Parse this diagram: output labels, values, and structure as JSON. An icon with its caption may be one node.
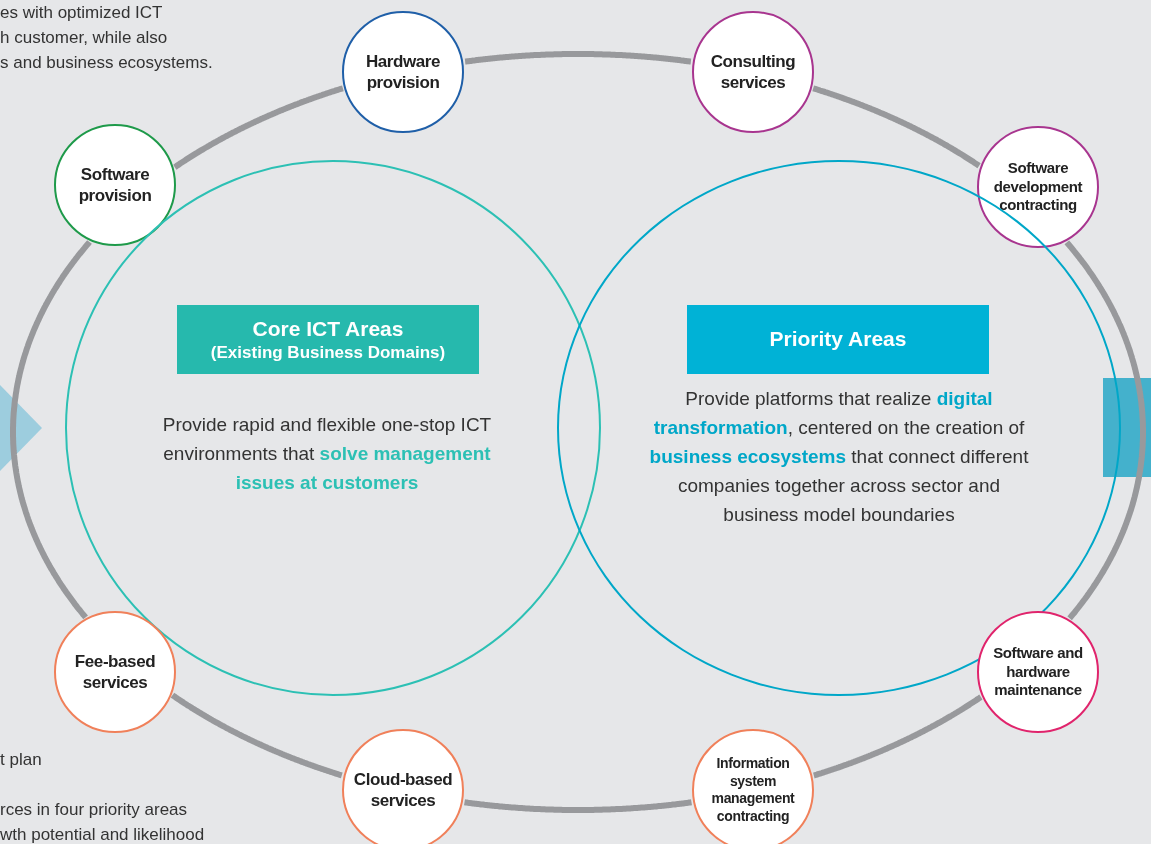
{
  "diagram": {
    "nodes": [
      {
        "text": [
          "Software provision"
        ]
      },
      {
        "text": [
          "Hardware provision"
        ]
      },
      {
        "text": [
          "Consulting services"
        ]
      },
      {
        "text": [
          "Software development contracting"
        ]
      },
      {
        "text": [
          "Provide rapid and flexible one-stop ICT environments that **solve management issues at customers**"
        ]
      },
      {
        "text": [
          "Core ICT Areas",
          "(Existing Business Domains)"
        ],
        "in": 4
      },
      {
        "text": [
          "Provide platforms that realize **digital transformation**, centered on the creation of **business ecosystems** that connect different companies together across sector and business model boundaries"
        ]
      },
      {
        "text": [
          "Priority Areas"
        ],
        "in": 6
      },
      {
        "text": [
          "Fee-based services"
        ]
      },
      {
        "text": [
          "Software and hardware maintenance"
        ]
      },
      {
        "text": [
          "Cloud-based services"
        ]
      },
      {
        "text": [
          "Information system management contracting"
        ]
      }
    ],
    "edges": [
      {
        "from": 0,
        "to": 1,
        "arrow": "none"
      },
      {
        "from": 1,
        "to": 2,
        "arrow": "none"
      },
      {
        "from": 2,
        "to": 3,
        "arrow": "none"
      },
      {
        "from": 3,
        "to": 9,
        "arrow": "none"
      },
      {
        "from": 9,
        "to": 11,
        "arrow": "none"
      },
      {
        "from": 11,
        "to": 10,
        "arrow": "none"
      },
      {
        "from": 10,
        "to": 8,
        "arrow": "none"
      },
      {
        "from": 8,
        "to": 0,
        "arrow": "none"
      }
    ],
    "labels": [
      "es with optimized ICT",
      "h customer, while also",
      "s and business ecosystems.",
      "t plan",
      "rces in four priority areas",
      "wth potential and likelihood"
    ]
  }
}
